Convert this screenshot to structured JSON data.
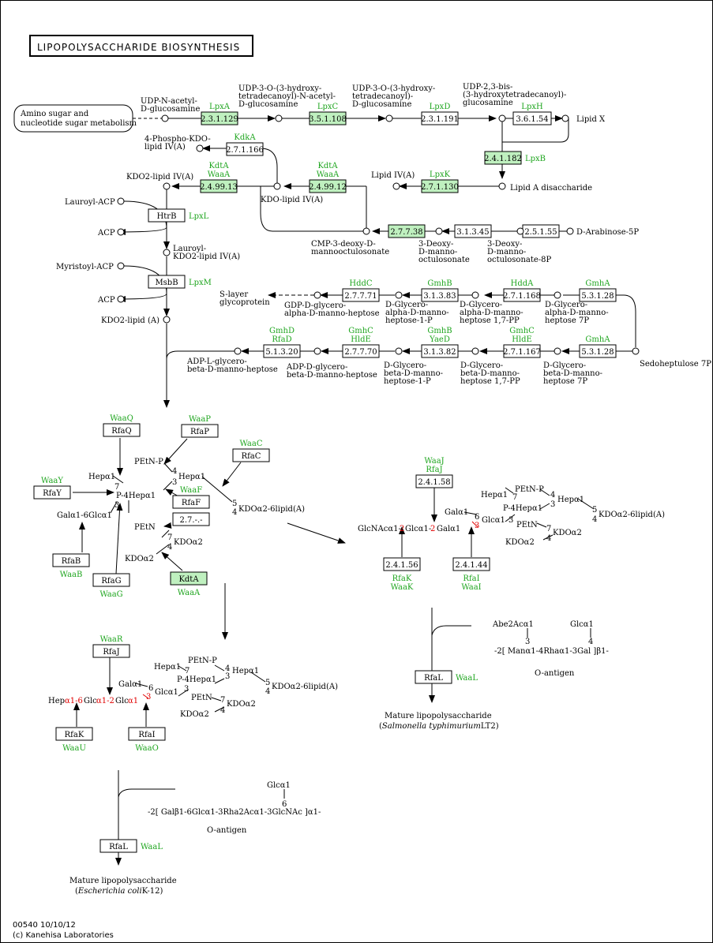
{
  "title": "LIPOPOLYSACCHARIDE  BIOSYNTHESIS",
  "map_link": "Amino sugar and\nnucleotide sugar metabolism",
  "footer": {
    "id": "00540 10/10/12",
    "credit": "(c) Kanehisa Laboratories"
  },
  "enzymes": [
    {
      "id": "e_23_1_129",
      "ec": "2.3.1.129",
      "gene": "LpxA",
      "hl": true
    },
    {
      "id": "e_3_5_1_108",
      "ec": "3.5.1.108",
      "gene": "LpxC",
      "hl": true
    },
    {
      "id": "e_2_3_1_191",
      "ec": "2.3.1.191",
      "gene": "LpxD",
      "hl": false
    },
    {
      "id": "e_3_6_1_54",
      "ec": "3.6.1.54",
      "gene": "LpxH",
      "hl": false
    },
    {
      "id": "e_2_4_1_182",
      "ec": "2.4.1.182",
      "gene": "LpxB",
      "hl": true
    },
    {
      "id": "e_2_7_1_130",
      "ec": "2.7.1.130",
      "gene": "LpxK",
      "hl": true
    },
    {
      "id": "e_2_4_99_12",
      "ec": "2.4.99.12",
      "gene": "KdtA\nWaaA",
      "hl": true
    },
    {
      "id": "e_2_4_99_13",
      "ec": "2.4.99.13",
      "gene": "KdtA\nWaaA",
      "hl": true
    },
    {
      "id": "e_2_7_1_166",
      "ec": "2.7.1.166",
      "gene": "KdkA",
      "hl": false
    },
    {
      "id": "e_2_7_7_38",
      "ec": "2.7.7.38",
      "gene": "",
      "hl": true
    },
    {
      "id": "e_3_1_3_45",
      "ec": "3.1.3.45",
      "gene": "",
      "hl": false
    },
    {
      "id": "e_2_5_1_55",
      "ec": "2.5.1.55",
      "gene": "",
      "hl": false
    },
    {
      "id": "e_htrb",
      "ec": "HtrB",
      "gene": "LpxL",
      "hl": false
    },
    {
      "id": "e_msbb",
      "ec": "MsbB",
      "gene": "LpxM",
      "hl": false
    },
    {
      "id": "e_2_7_7_71",
      "ec": "2.7.7.71",
      "gene": "HddC",
      "hl": false
    },
    {
      "id": "e_3_1_3_83",
      "ec": "3.1.3.83",
      "gene": "GmhB",
      "hl": false
    },
    {
      "id": "e_2_7_1_168",
      "ec": "2.7.1.168",
      "gene": "HddA",
      "hl": false
    },
    {
      "id": "e_5_3_1_28a",
      "ec": "5.3.1.28",
      "gene": "GmhA",
      "hl": false
    },
    {
      "id": "e_5_1_3_20",
      "ec": "5.1.3.20",
      "gene": "GmhD\nRfaD",
      "hl": false
    },
    {
      "id": "e_2_7_7_70",
      "ec": "2.7.7.70",
      "gene": "GmhC\nHldE",
      "hl": false
    },
    {
      "id": "e_3_1_3_82",
      "ec": "3.1.3.82",
      "gene": "GmhB\nYaeD",
      "hl": false
    },
    {
      "id": "e_2_7_1_167",
      "ec": "2.7.1.167",
      "gene": "GmhC\nHldE",
      "hl": false
    },
    {
      "id": "e_5_3_1_28b",
      "ec": "5.3.1.28",
      "gene": "GmhA",
      "hl": false
    },
    {
      "id": "e_rfaq",
      "ec": "RfaQ",
      "gene": "WaaQ",
      "hl": false
    },
    {
      "id": "e_rfap",
      "ec": "RfaP",
      "gene": "WaaP",
      "hl": false
    },
    {
      "id": "e_rfac",
      "ec": "RfaC",
      "gene": "WaaC",
      "hl": false
    },
    {
      "id": "e_rfay",
      "ec": "RfaY",
      "gene": "WaaY",
      "hl": false
    },
    {
      "id": "e_rfaf",
      "ec": "RfaF",
      "gene": "WaaF",
      "hl": false
    },
    {
      "id": "e_2_7_unk",
      "ec": "2.7.-.-",
      "gene": "",
      "hl": false
    },
    {
      "id": "e_rfab",
      "ec": "RfaB",
      "gene": "WaaB",
      "hl": false
    },
    {
      "id": "e_rfag",
      "ec": "RfaG",
      "gene": "WaaG",
      "hl": false
    },
    {
      "id": "e_kdta",
      "ec": "KdtA",
      "gene": "WaaA",
      "hl": true
    },
    {
      "id": "e_2_4_1_58",
      "ec": "2.4.1.58",
      "gene": "WaaJ\nRfaJ",
      "hl": false
    },
    {
      "id": "e_2_4_1_56",
      "ec": "2.4.1.56",
      "gene": "RfaK\nWaaK",
      "hl": false
    },
    {
      "id": "e_2_4_1_44",
      "ec": "2.4.1.44",
      "gene": "RfaI\nWaaI",
      "hl": false
    },
    {
      "id": "e_rfal_s",
      "ec": "RfaL",
      "gene": "WaaL",
      "hl": false
    },
    {
      "id": "e_rfaj",
      "ec": "RfaJ",
      "gene": "WaaR",
      "hl": false
    },
    {
      "id": "e_rfak",
      "ec": "RfaK",
      "gene": "WaaU",
      "hl": false
    },
    {
      "id": "e_rfai",
      "ec": "RfaI",
      "gene": "WaaO",
      "hl": false
    },
    {
      "id": "e_rfal_e",
      "ec": "RfaL",
      "gene": "WaaL",
      "hl": false
    }
  ],
  "compounds": [
    {
      "id": "c_udpglc",
      "label": "UDP-N-acetyl-\nD-glucosamine"
    },
    {
      "id": "c_c1",
      "label": "UDP-3-O-(3-hydroxy-\ntetradecanoyl)-N-acetyl-\nD-glucosamine"
    },
    {
      "id": "c_c2",
      "label": "UDP-3-O-(3-hydroxy-\ntetradecanoyl)-\nD-glucosamine"
    },
    {
      "id": "c_c3",
      "label": "UDP-2,3-bis-\n(3-hydroxytetradecanoyl)-\nglucosamine"
    },
    {
      "id": "c_lipidx",
      "label": "Lipid X"
    },
    {
      "id": "c_lipidadis",
      "label": "Lipid A disaccharide"
    },
    {
      "id": "c_lipidiva",
      "label": "Lipid IV(A)"
    },
    {
      "id": "c_kdolipid",
      "label": "KDO-lipid IV(A)"
    },
    {
      "id": "c_kdo2lipid",
      "label": "KDO2-lipid IV(A)"
    },
    {
      "id": "c_4pkdo",
      "label": "4-Phospho-KDO-\nlipid IV(A)"
    },
    {
      "id": "c_cmpkdo",
      "label": "CMP-3-deoxy-D-\nmannooctulosonate"
    },
    {
      "id": "c_kdo",
      "label": "3-Deoxy-\nD-manno-\noctulosonate"
    },
    {
      "id": "c_kdo8p",
      "label": "3-Deoxy-\nD-manno-\noctulosonate-8P"
    },
    {
      "id": "c_ara5p",
      "label": "D-Arabinose-5P"
    },
    {
      "id": "c_lauroyl",
      "label": "Lauroyl-ACP"
    },
    {
      "id": "c_acp1",
      "label": "ACP"
    },
    {
      "id": "c_lauroylkdo",
      "label": "Lauroyl-\nKDO2-lipid IV(A)"
    },
    {
      "id": "c_myristoyl",
      "label": "Myristoyl-ACP"
    },
    {
      "id": "c_acp2",
      "label": "ACP"
    },
    {
      "id": "c_kdo2lipa",
      "label": "KDO2-lipid (A)"
    },
    {
      "id": "c_slayer",
      "label": "S-layer\nglycoprotein"
    },
    {
      "id": "c_gdp",
      "label": "GDP-D-glycero-\nalpha-D-manno-heptose"
    },
    {
      "id": "c_dg1p_a",
      "label": "D-Glycero-\nalpha-D-manno-\nheptose-1-P"
    },
    {
      "id": "c_dg17pp_a",
      "label": "D-Glycero-\nalpha-D-manno-\nheptose 1,7-PP"
    },
    {
      "id": "c_dg7p_a",
      "label": "D-Glycero-\nalpha-D-manno-\nheptose 7P"
    },
    {
      "id": "c_sedo",
      "label": "Sedoheptulose 7P"
    },
    {
      "id": "c_adplg",
      "label": "ADP-L-glycero-\nbeta-D-manno-heptose"
    },
    {
      "id": "c_adpdg",
      "label": "ADP-D-glycero-\nbeta-D-manno-heptose"
    },
    {
      "id": "c_dg1p_b",
      "label": "D-Glycero-\nbeta-D-manno-\nheptose-1-P"
    },
    {
      "id": "c_dg17pp_b",
      "label": "D-Glycero-\nbeta-D-manno-\nheptose 1,7-PP"
    },
    {
      "id": "c_dg7p_b",
      "label": "D-Glycero-\nbeta-D-manno-\nheptose 7P"
    }
  ],
  "core_left": {
    "hep_top": "Hepα1",
    "petn_p": "PEtN-P",
    "hep_mid": "P-4Hepα1",
    "hep_mid2": "Hepα1",
    "num7": "7",
    "num3": "3",
    "num4": "4",
    "num3b": "3",
    "num5": "5",
    "num4b": "4",
    "kdo_lipid": "KDOα2-6lipid(A)",
    "galglc": "Galα1-6Glcα1",
    "petn": "PEtN",
    "num7b": "7",
    "num4c": "4",
    "kdoa2": "KDOα2",
    "kdoa2b": "KDOα2"
  },
  "salmonella": {
    "chain_black1": "GlcNAcα1-",
    "chain_red1": "2",
    "chain_black2": "Glcα1-",
    "chain_red2": "2",
    "chain_black3": "Galα1",
    "gala1": "Galα1",
    "num6": "6",
    "num3r": "3",
    "glca1": "Glcα1",
    "hep1": "Hepα1",
    "num7": "7",
    "petnp": "PEtN-P",
    "num4": "4",
    "hep2": "Hepα1",
    "num3": "3",
    "p4hep": "P-4Hepα1",
    "num3b": "3",
    "num5": "5",
    "num4b": "4",
    "kdolipid": "KDOα2-6lipid(A)",
    "petn": "PEtN",
    "num7b": "7",
    "kdoa2a": "KDOα2",
    "num4c": "4",
    "kdoa2b": "KDOα2",
    "abe": "Abe2Acα1",
    "glc": "Glcα1",
    "n3": "3",
    "n4": "4",
    "oantigen_chain": "-2[ Manα1-4Rhaα1-3Gal ]β1-",
    "oantigen": "O-antigen",
    "product": "Mature lipopolysaccharide",
    "organism": "Salmonella typhimurium",
    "strain": "LT2"
  },
  "ecoli": {
    "chain_b1": "Hep",
    "chain_r1": "α1-6",
    "chain_b2": "Glc",
    "chain_r2": "α1-2",
    "chain_b3": "Glc",
    "chain_r3": "α1",
    "gala1": "Galα1",
    "num6": "6",
    "num3r": "3",
    "glca1": "Glcα1",
    "hep1": "Hepα1",
    "num7": "7",
    "petnp": "PEtN-P",
    "num4": "4",
    "hep2": "Hepα1",
    "num3": "3",
    "p4hep": "P-4Hepα1",
    "num3b": "3",
    "num5": "5",
    "num4b": "4",
    "kdolipid": "KDOα2-6lipid(A)",
    "petn": "PEtN",
    "num7b": "7",
    "kdoa2a": "KDOα2",
    "num4c": "4",
    "kdoa2b": "KDOα2",
    "glc": "Glcα1",
    "n6": "6",
    "oantigen_chain": "-2[ Galβ1-6Glcα1-3Rha2Acα1-3GlcNAc ]α1-",
    "oantigen": "O-antigen",
    "product": "Mature lipopolysaccharide",
    "organism": "Escherichia coli",
    "strain": "K-12"
  },
  "colors": {
    "highlight": "#bff0bf",
    "gene_text": "#1ea51e",
    "linkage_red": "#e00000"
  }
}
